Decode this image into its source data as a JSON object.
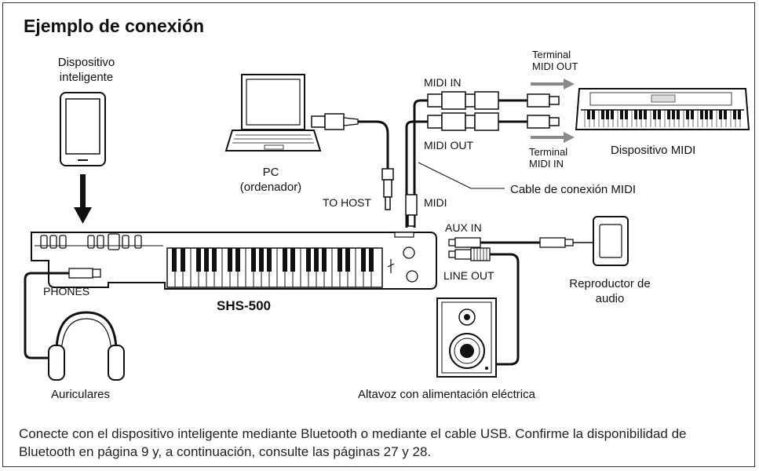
{
  "title": "Ejemplo de conexión",
  "labels": {
    "smart_device": "Dispositivo\ninteligente",
    "pc": "PC\n(ordenador)",
    "midi_out_terminal": "Terminal\nMIDI OUT",
    "midi_in_port": "MIDI IN",
    "midi_out_port": "MIDI OUT",
    "midi_in_terminal": "Terminal\nMIDI IN",
    "midi_device": "Dispositivo MIDI",
    "midi_cable": "Cable de conexión MIDI",
    "to_host": "TO HOST",
    "midi": "MIDI",
    "aux_in": "AUX IN",
    "line_out": "LINE OUT",
    "phones": "PHONES",
    "keytar": "SHS-500",
    "audio_player": "Reproductor de\naudio",
    "headphones": "Auriculares",
    "powered_speaker": "Altavoz con alimentación eléctrica"
  },
  "caption": "Conecte con el dispositivo inteligente mediante Bluetooth o mediante el cable USB. Confirme la disponibilidad de Bluetooth en página 9 y, a continuación, consulte las páginas 27 y 28."
}
